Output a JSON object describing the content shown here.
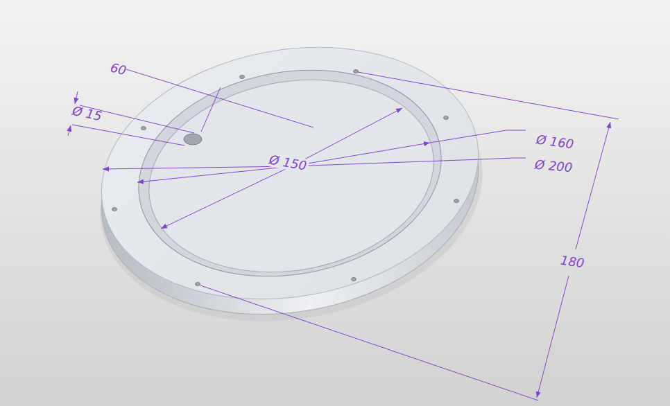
{
  "diagram": {
    "labels": [
      "60",
      "Ø 15",
      "Ø 150",
      "Ø 160",
      "Ø 200",
      "180"
    ]
  }
}
